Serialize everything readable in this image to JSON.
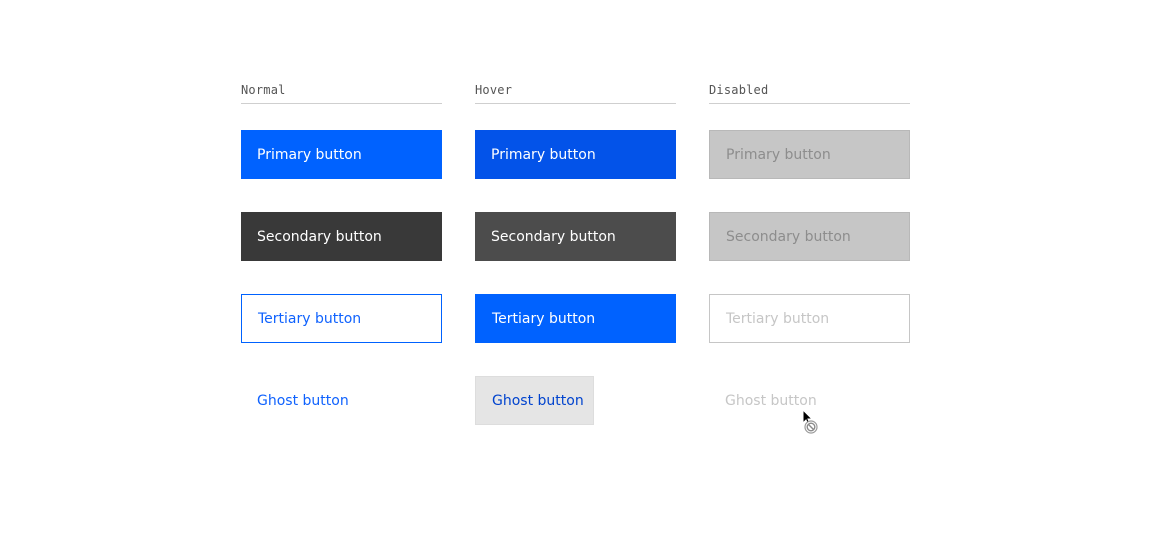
{
  "columns": {
    "normal": "Normal",
    "hover": "Hover",
    "disabled": "Disabled"
  },
  "buttons": {
    "primary": "Primary button",
    "secondary": "Secondary button",
    "tertiary": "Tertiary button",
    "ghost": "Ghost button"
  },
  "colors": {
    "primary": "#0062ff",
    "primary_hover": "#0353e9",
    "secondary": "#393939",
    "secondary_hover": "#4c4c4c",
    "link": "#0f62fe",
    "disabled_fill": "#c6c6c6",
    "disabled_text": "#8d8d8d"
  },
  "cursor_icon": "not-allowed-cursor-icon"
}
